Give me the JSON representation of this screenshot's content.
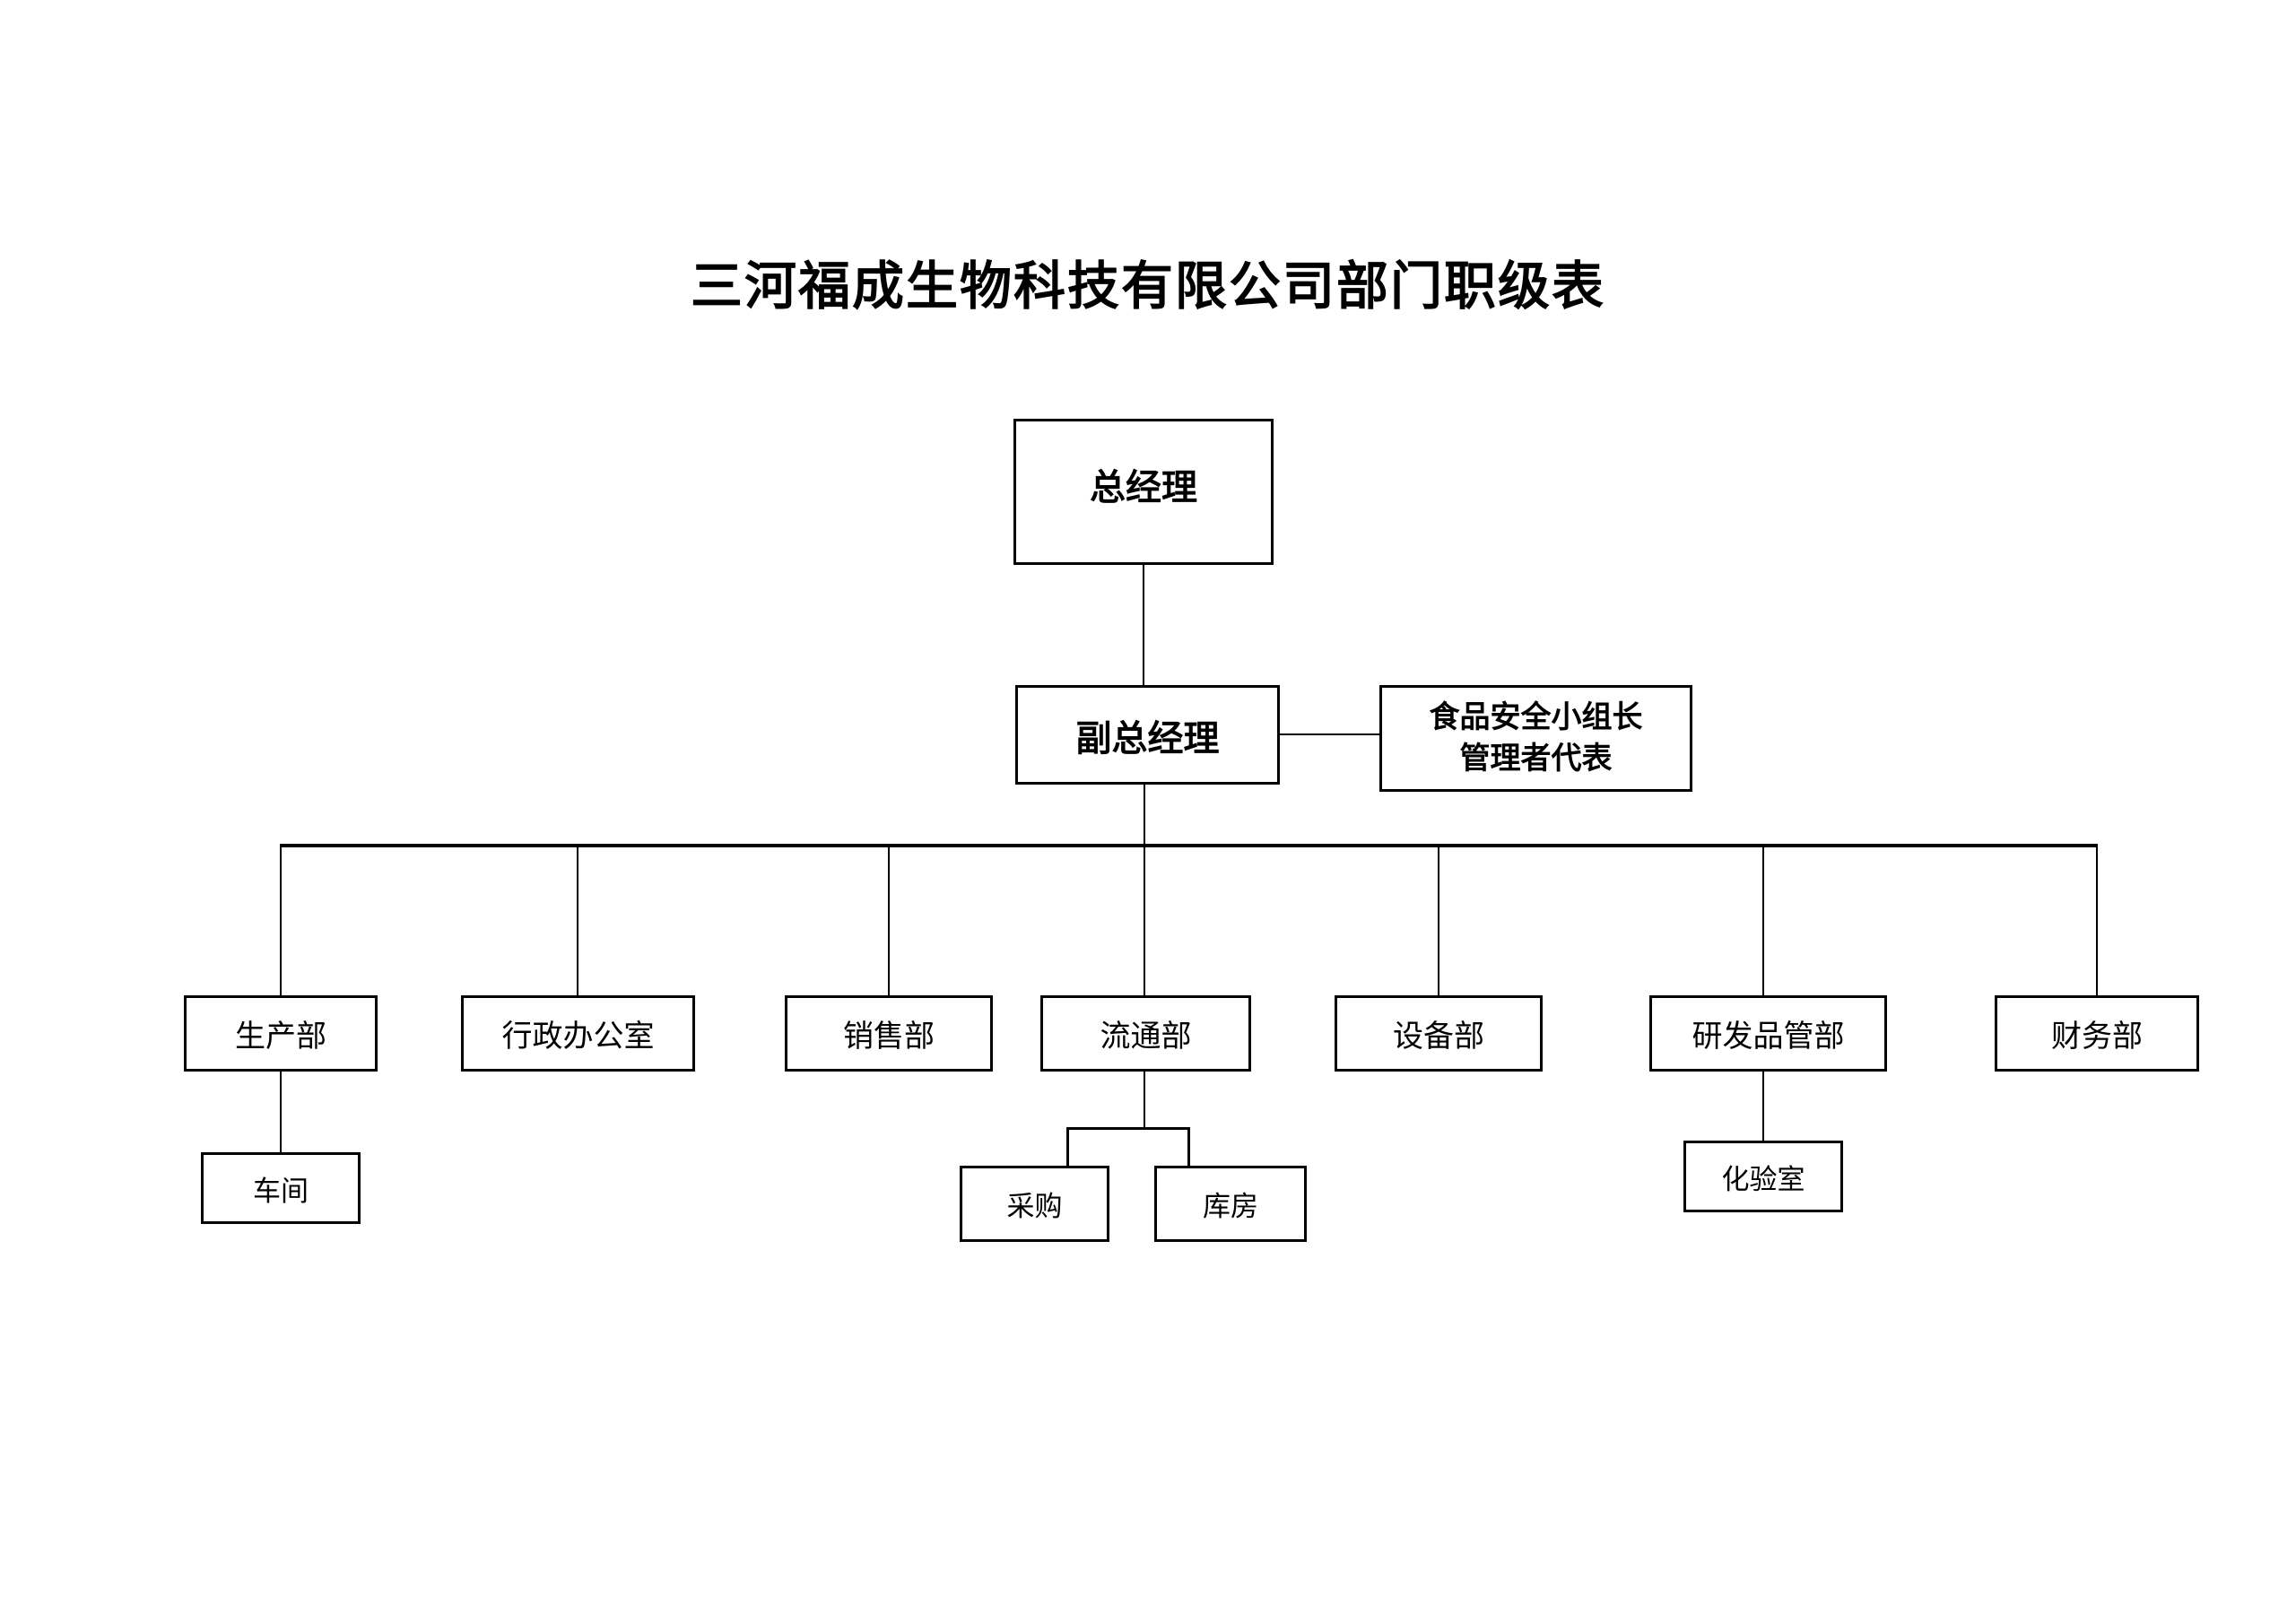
{
  "page": {
    "background_color": "#ffffff",
    "line_color": "#000000",
    "text_color": "#000000"
  },
  "title": "三河福成生物科技有限公司部门职级表",
  "org": {
    "general_manager": "总经理",
    "deputy_general_manager": "副总经理",
    "food_safety": {
      "line1": "食品安全小组长",
      "line2": "管理者代表"
    },
    "departments": [
      {
        "label": "生产部"
      },
      {
        "label": "行政办公室"
      },
      {
        "label": "销售部"
      },
      {
        "label": "流通部"
      },
      {
        "label": "设备部"
      },
      {
        "label": "研发品管部"
      },
      {
        "label": "财务部"
      }
    ],
    "sub_units": [
      {
        "label": "车间",
        "parent": "生产部"
      },
      {
        "label": "采购",
        "parent": "流通部"
      },
      {
        "label": "库房",
        "parent": "流通部"
      },
      {
        "label": "化验室",
        "parent": "研发品管部"
      }
    ]
  }
}
